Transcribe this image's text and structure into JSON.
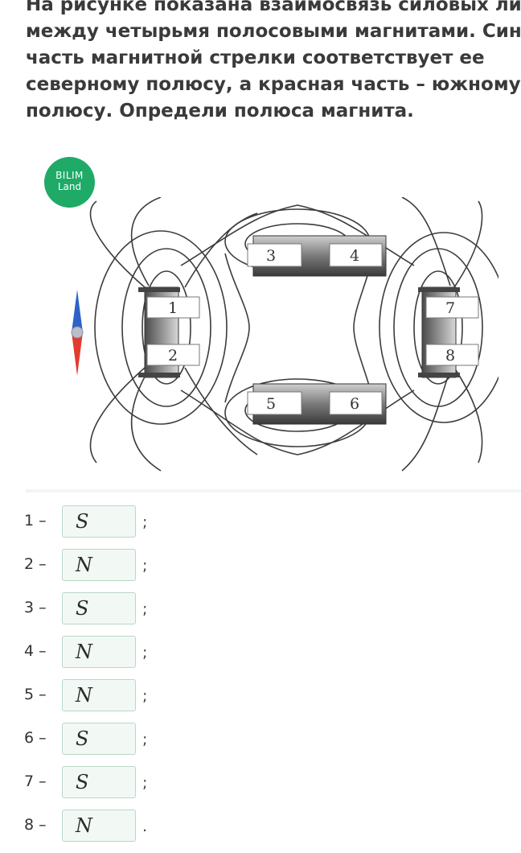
{
  "question": {
    "lines": [
      "На рисунке показана взаимосвязь силовых лин",
      "между четырьмя полосовыми магнитами. Синя",
      "часть магнитной стрелки соответствует ее",
      "северному полюсу, а красная часть – южному",
      "полюсу. Определи полюса магнита."
    ]
  },
  "logo": {
    "line1": "BILIM",
    "line2": "Land"
  },
  "figure": {
    "labels": [
      "1",
      "2",
      "3",
      "4",
      "5",
      "6",
      "7",
      "8"
    ],
    "compass": {
      "north_color": "#2d63c8",
      "south_color": "#e23b2e"
    }
  },
  "answers": [
    {
      "label": "1 –",
      "value": "S",
      "sep": ";"
    },
    {
      "label": "2 –",
      "value": "N",
      "sep": ";"
    },
    {
      "label": "3 –",
      "value": "S",
      "sep": ";"
    },
    {
      "label": "4 –",
      "value": "N",
      "sep": ";"
    },
    {
      "label": "5 –",
      "value": "N",
      "sep": ";"
    },
    {
      "label": "6 –",
      "value": "S",
      "sep": ";"
    },
    {
      "label": "7 –",
      "value": "S",
      "sep": ";"
    },
    {
      "label": "8 –",
      "value": "N",
      "sep": "."
    }
  ]
}
